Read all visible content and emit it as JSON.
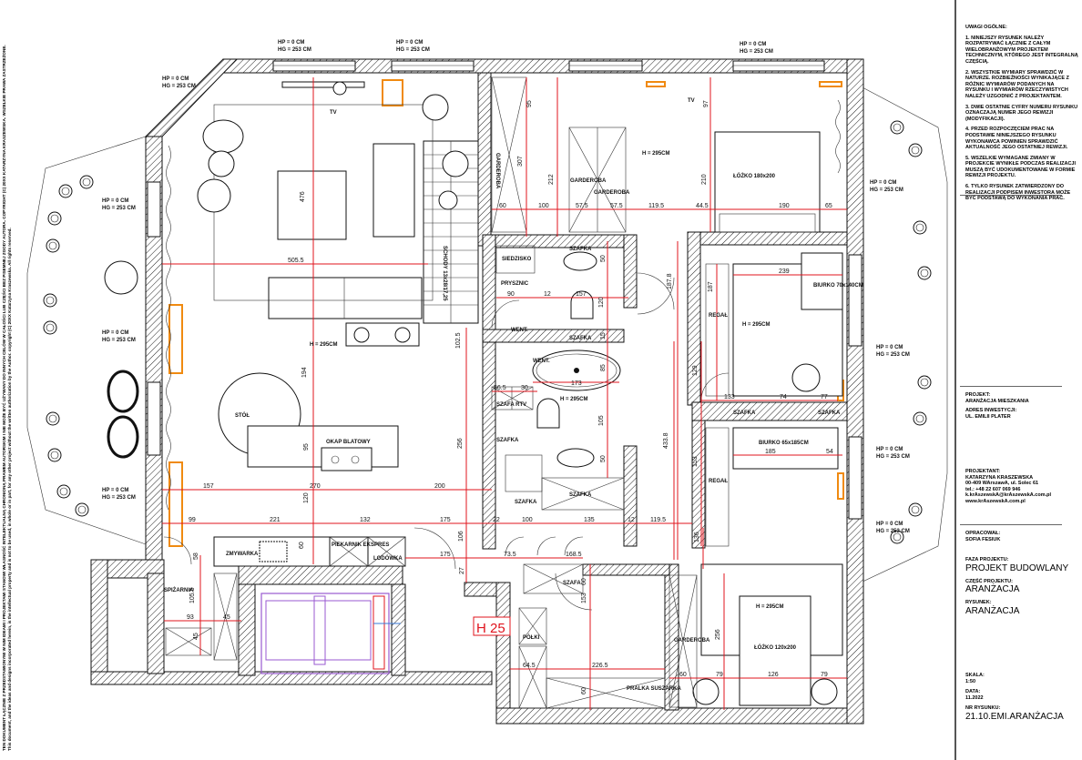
{
  "copyright": {
    "pl": "TEN DOKUMENT ŁĄCZNIE Z PRZEDSTAWIONYMI W NIM IDEAMI I PROJEKTAMI STANOWI WŁASNOŚĆ INTELEKTUALNĄ CHRONIONĄ PRAWEM AUTORSKIM I NIE MOŻE BYĆ UŻYWANY DO INNYCH CELÓW W CAŁOŚCI LUB CZĘŚCI BEZ PISEMNEJ ZGODY AUTORA. COPYRIGHT (C) 20XX KATARZYNA KRASZEWSKA. WSZELKIE PRAWA ZASTRZEŻONE.",
    "en": "This document, and the ideas and designs incorporated herein, is the intellectual property and is not to be used, in whole or in part, for any other project without the written authorization by the Author. copyright (C) 20XX Katarzyna Kraszewska. All rights reserved."
  },
  "notes": {
    "title": "UWAGI OGÓLNE:",
    "items": [
      "1. NINIEJSZY RYSUNEK NALEŻY ROZPATRYWAĆ ŁĄCZNIE Z CAŁYM WIELOBRANŻOWYM PROJEKTEM TECHNICZNYM, KTÓREGO JEST INTEGRALNĄ CZĘŚCIĄ.",
      "2. WSZYSTKIE WYMIARY SPRAWDZIĆ W NATURZE. ROZBIEŻNOŚCI WYNIKAJĄCE Z RÓŻNIC WYMIARÓW PODANYCH NA RYSUNKU I WYMIARÓW RZECZYWISTYCH NALEŻY UZGODNIĆ Z PROJEKTANTEM.",
      "3. DWIE OSTATNIE CYFRY NUMERU RYSUNKU OZNACZAJĄ NUMER JEGO REWIZJI (MODYFIKACJI).",
      "4. PRZED ROZPOCZĘCIEM PRAC NA PODSTAWIE NINIEJSZEGO RYSUNKU WYKONAWCA POWINIEN SPRAWDZIĆ AKTUALNOŚĆ JEGO OSTATNIEJ REWIZJI.",
      "5. WSZELKIE WYMAGANE ZMIANY W PROJEKCIE WYNIKŁE PODCZAS REALIZACJI MUSZĄ BYĆ UDOKUMENTOWANE W FORMIE REWIZJI PROJEKTU.",
      "6. TYLKO RYSUNEK ZATWIERDZONY DO REALIZACJI PODPISEM INWESTORA MOŻE BYĆ PODSTAWĄ DO WYKONANIA PRAC."
    ]
  },
  "title_block": {
    "project_label": "PROJEKT:",
    "project": "ARANŻACJA MIESZKANIA",
    "address_label": "ADRES INWESTYCJI:",
    "address": "UL.   EMILII PLATER",
    "designer_label": "PROJEKTANT:",
    "designer_name": "KATARZYNA KRASZEWSKA",
    "designer_address": "00-409 WArszawA, ul. Solec 61",
    "designer_phone": "tel.: +48 22 607 069 946",
    "designer_email": "k.krAszewskA@krAszewskA.com.pl",
    "designer_www": "www.krAszewskA.com.pl",
    "drawn_label": "OPRACOWAŁ:",
    "drawn_by": "SOFIA FESIUK",
    "phase_label": "FAZA PROJEKTU:",
    "phase": "PROJEKT BUDOWLANY",
    "part_label": "CZĘŚĆ PROJEKTU:",
    "part": "ARANŻACJA",
    "drawing_label": "RYSUNEK:",
    "drawing": "ARANŻACJA",
    "scale_label": "SKALA:",
    "scale": "1:50",
    "date_label": "DATA:",
    "date": "11.2022",
    "number_label": "NR RYSUNKU:",
    "number": "21.10.EMI.ARANŻACJA"
  },
  "window": {
    "hp": "HP = 0 CM",
    "hg": "HG = 253 CM"
  },
  "rooms": {
    "tv": "TV",
    "garderoba": "GARDEROBA",
    "height": "H = 295CM",
    "bed_large": "ŁÓŻKO 180x200",
    "bed_small": "ŁÓŻKO 120x200",
    "siedzisko": "SIEDZISKO",
    "prysznic": "PRYSZNIC",
    "went": "WENT.",
    "szafka": "SZAFKA",
    "szafa": "SZAFA",
    "szafa_rtv": "SZAFA RTV",
    "desk1": "BIURKO 70x140CM",
    "desk2": "BIURKO 65x185CM",
    "regal": "REGAŁ",
    "table": "STÓŁ",
    "hood": "OKAP BLATOWY",
    "dishwasher": "ZMYWARKA",
    "oven": "PIEKARNIK EKSPRES",
    "fridge": "LODÓWKA",
    "pantry": "SPIŻARNIA",
    "shelves": "PÓŁKI",
    "washer": "PRALKA SUSZARKA",
    "stairs": "SCHODY 13x28/17,25",
    "elev": "H 25"
  },
  "dims": [
    "505.5",
    "60",
    "100",
    "57.5",
    "57.5",
    "119.5",
    "44.5",
    "190",
    "65",
    "90",
    "12",
    "157",
    "239",
    "173",
    "56.5",
    "30",
    "133",
    "74",
    "77",
    "185",
    "54",
    "157",
    "270",
    "200",
    "99",
    "221",
    "132",
    "175",
    "22",
    "100",
    "135",
    "12",
    "119.5",
    "175",
    "73.5",
    "168.5",
    "93",
    "45",
    "64.5",
    "226.5",
    "60",
    "79",
    "126",
    "79",
    "476",
    "194",
    "95",
    "120",
    "60",
    "95",
    "307",
    "212",
    "97",
    "210",
    "50",
    "120",
    "15",
    "85",
    "105",
    "50",
    "187.8",
    "102.5",
    "256",
    "433.8",
    "106",
    "27",
    "187",
    "129",
    "153",
    "136",
    "256",
    "153",
    "60",
    "60",
    "58",
    "105.5",
    "45"
  ],
  "colors": {
    "dimension": "#e0141e",
    "window_accent": "#f08a10",
    "elevator": "#9a5ad0"
  }
}
